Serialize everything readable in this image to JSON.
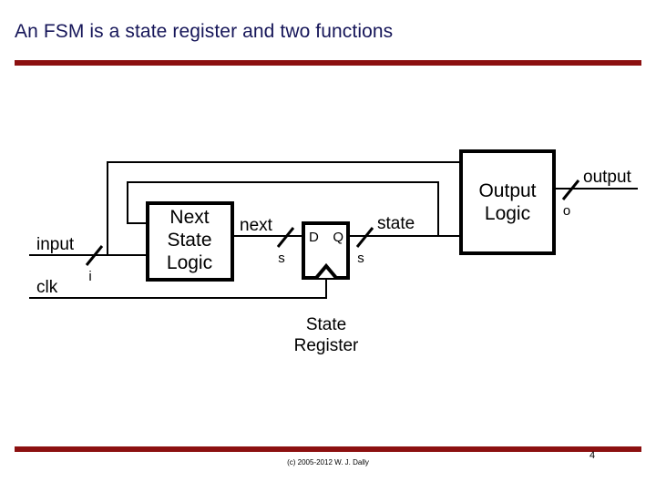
{
  "slide": {
    "title": "An FSM is a state register and two functions",
    "page_number": "4",
    "copyright": "(c) 2005-2012 W. J. Dally",
    "accent_color": "#8c1010",
    "title_color": "#161659",
    "background_color": "#ffffff"
  },
  "diagram": {
    "type": "block-diagram",
    "name": "finite-state-machine",
    "blocks": [
      {
        "id": "next-state-logic",
        "label_line1": "Next",
        "label_line2": "State",
        "label_line3": "Logic"
      },
      {
        "id": "state-register",
        "pin_d": "D",
        "pin_q": "Q",
        "caption_line1": "State",
        "caption_line2": "Register"
      },
      {
        "id": "output-logic",
        "label_line1": "Output",
        "label_line2": "Logic"
      }
    ],
    "signals": [
      {
        "id": "input",
        "label": "input",
        "width": "i"
      },
      {
        "id": "clk",
        "label": "clk",
        "width": ""
      },
      {
        "id": "next",
        "label": "next",
        "width": "s"
      },
      {
        "id": "state",
        "label": "state",
        "width": "s"
      },
      {
        "id": "output",
        "label": "output",
        "width": "o"
      }
    ]
  }
}
